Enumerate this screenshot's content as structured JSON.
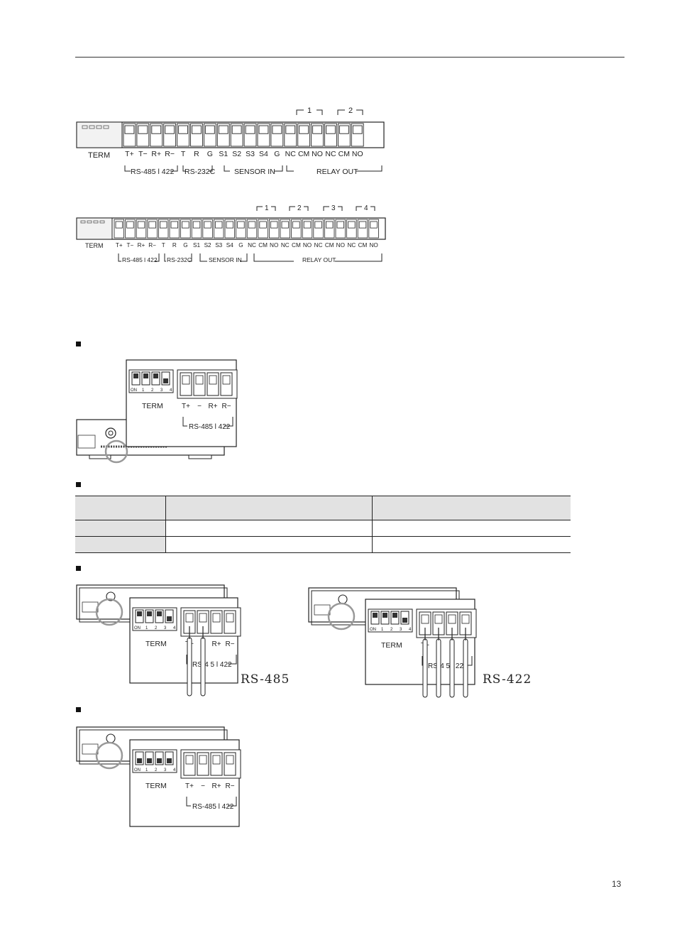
{
  "page_number": "13",
  "panel_a": {
    "term": "TERM",
    "pins": [
      "T+",
      "T−",
      "R+",
      "R−",
      "T",
      "R",
      "G",
      "S1",
      "S2",
      "S3",
      "S4",
      "G",
      "NC",
      "CM",
      "NO",
      "NC",
      "CM",
      "NO"
    ],
    "groups": [
      "RS-485 l 422",
      "RS-232C",
      "SENSOR IN",
      "RELAY OUT"
    ],
    "relay_numbers": [
      "1",
      "2"
    ]
  },
  "panel_b": {
    "term": "TERM",
    "pins": [
      "T+",
      "T−",
      "R+",
      "R−",
      "T",
      "R",
      "G",
      "S1",
      "S2",
      "S3",
      "S4",
      "G",
      "NC",
      "CM",
      "NO",
      "NC",
      "CM",
      "NO",
      "NC",
      "CM",
      "NO",
      "NC",
      "CM",
      "NO"
    ],
    "groups": [
      "RS-485 l 422",
      "RS-232C",
      "SENSOR IN",
      "RELAY OUT"
    ],
    "relay_numbers": [
      "1",
      "2",
      "3",
      "4"
    ]
  },
  "detail": {
    "dip": [
      "ON",
      "1",
      "2",
      "3",
      "4"
    ],
    "term": "TERM",
    "pins": [
      "T+",
      "−",
      "R+",
      "R−"
    ],
    "group": "RS-485 l 422"
  },
  "detail_wired_485": {
    "pins": [
      "T+",
      "−",
      "R+",
      "R−"
    ],
    "group": "RS-4 5 l 422"
  },
  "detail_wired_422": {
    "pins": [
      "T+",
      "T",
      "R",
      "R"
    ],
    "group": "RS-4 5 l 22"
  },
  "captions": {
    "rs485": "RS-485",
    "rs422": "RS-422"
  },
  "table": {
    "header": [
      "",
      "",
      ""
    ],
    "rows": [
      [
        "",
        "",
        ""
      ],
      [
        "",
        "",
        ""
      ]
    ]
  }
}
